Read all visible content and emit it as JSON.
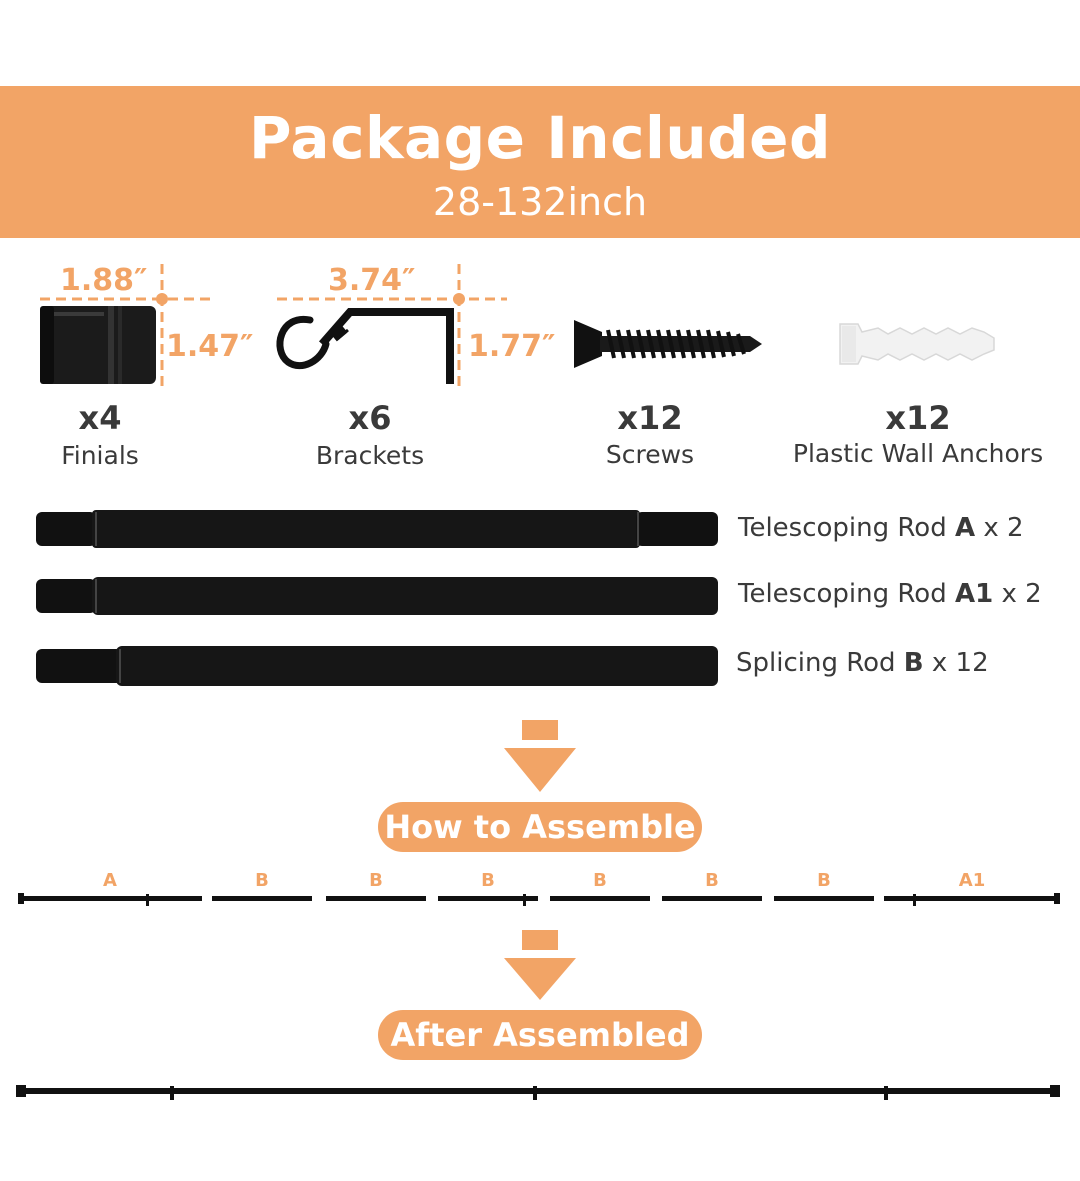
{
  "header": {
    "title": "Package Included",
    "subtitle": "28-132inch"
  },
  "items": [
    {
      "qty": "x4",
      "name": "Finials",
      "dim_width": "1.88″",
      "dim_height": "1.47″"
    },
    {
      "qty": "x6",
      "name": "Brackets",
      "dim_width": "3.74″",
      "dim_height": "1.77″"
    },
    {
      "qty": "x12",
      "name": "Screws"
    },
    {
      "qty": "x12",
      "name": "Plastic Wall Anchors"
    }
  ],
  "rods": [
    {
      "prefix": "Telescoping Rod ",
      "code": "A",
      "suffix": " x 2"
    },
    {
      "prefix": "Telescoping Rod ",
      "code": "A1",
      "suffix": " x 2"
    },
    {
      "prefix": "Splicing Rod ",
      "code": "B",
      "suffix": " x 12"
    }
  ],
  "steps": {
    "assemble_label": "How to Assemble",
    "assembled_label": "After Assembled"
  },
  "segments": [
    "A",
    "B",
    "B",
    "B",
    "B",
    "B",
    "B",
    "A1"
  ],
  "colors": {
    "accent": "#f2a466",
    "rod": "#111111",
    "text": "#3a3a3a"
  }
}
